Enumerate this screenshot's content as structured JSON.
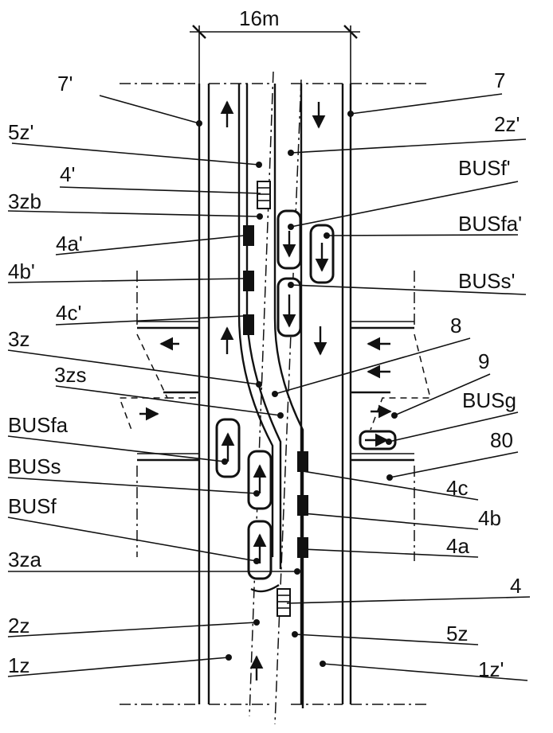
{
  "dimension": {
    "label": "16m"
  },
  "labels": {
    "l7p": "7'",
    "l7": "7",
    "l5zp": "5z'",
    "l2zp": "2z'",
    "l4p": "4'",
    "lBUSfp": "BUSf'",
    "l3zb": "3zb",
    "lBUSfap": "BUSfa'",
    "l4ap": "4a'",
    "l4bp": "4b'",
    "lBUSsp": "BUSs'",
    "l4cp": "4c'",
    "l3z": "3z",
    "l8": "8",
    "l3zs": "3zs",
    "l9": "9",
    "lBUSfa": "BUSfa",
    "lBUSg": "BUSg",
    "l80": "80",
    "lBUSs": "BUSs",
    "l4c": "4c",
    "lBUSf": "BUSf",
    "l4b": "4b",
    "l4a": "4a",
    "l3za": "3za",
    "l4": "4",
    "l2z": "2z",
    "l5z": "5z",
    "l1z": "1z",
    "l1zp": "1z'"
  }
}
